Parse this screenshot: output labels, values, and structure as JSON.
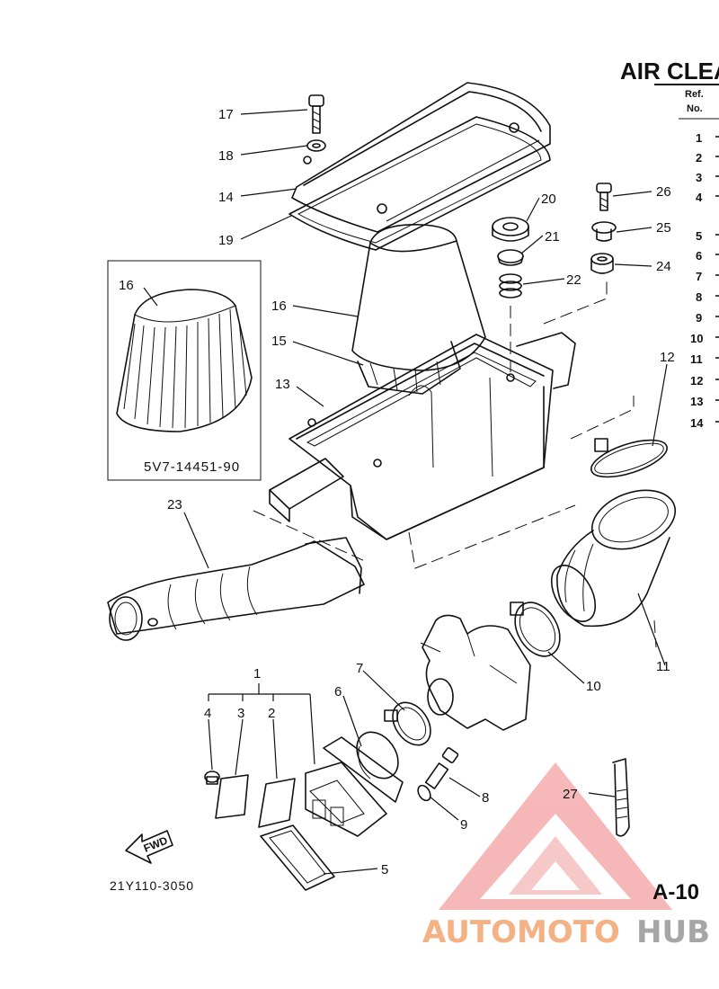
{
  "header": {
    "title": "AIR CLEA",
    "ref_label": "Ref.",
    "no_label": "No."
  },
  "ref_rows": [
    "1",
    "2",
    "3",
    "4",
    "5",
    "6",
    "7",
    "8",
    "9",
    "10",
    "11",
    "12",
    "13",
    "14"
  ],
  "callouts": {
    "c1": "1",
    "c2": "2",
    "c3": "3",
    "c4": "4",
    "c5": "5",
    "c6": "6",
    "c7": "7",
    "c8": "8",
    "c9": "9",
    "c10": "10",
    "c11": "11",
    "c12": "12",
    "c13": "13",
    "c14": "14",
    "c15": "15",
    "c16": "16",
    "c16_inset": "16",
    "c17": "17",
    "c18": "18",
    "c19": "19",
    "c20": "20",
    "c21": "21",
    "c22": "22",
    "c23": "23",
    "c24": "24",
    "c25": "25",
    "c26": "26",
    "c27": "27"
  },
  "inset_part_code": "5V7-14451-90",
  "diagram_code": "21Y110-3050",
  "page_code": "A-10",
  "fwd_label": "FWD",
  "watermark": {
    "part1": "AUTOMOTO",
    "part2": "HUB",
    "color_orange": "#f4b183",
    "color_grey": "#a6a6a6",
    "triangle_color": "#f08080"
  }
}
